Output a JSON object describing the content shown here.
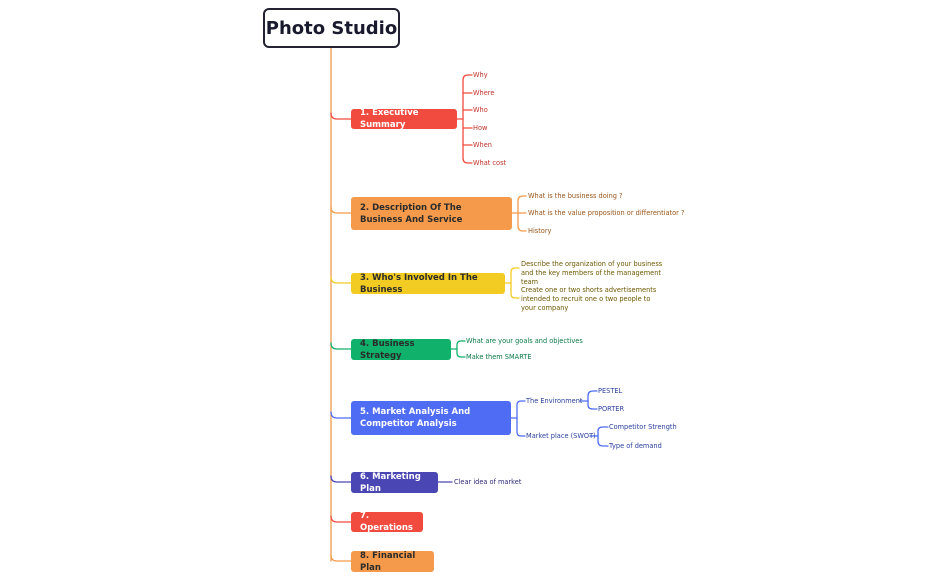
{
  "title": "Photo Studio",
  "colors": {
    "trunk": "#ee9a4e",
    "executive": "#f04b3e",
    "description": "#f59a4a",
    "involved": "#f2cc22",
    "strategy": "#0fb16b",
    "market": "#4f6cf4",
    "marketing": "#4a47b5",
    "operations": "#f04b3e",
    "financial": "#f59a4a"
  },
  "branches": [
    {
      "label": "1. Executive Summary",
      "leaves": [
        "Why",
        "Where",
        "Who",
        "How",
        "When",
        "What cost"
      ]
    },
    {
      "label": "2. Description Of The Business And Service",
      "leaves": [
        "What is the business doing ?",
        "What is the value proposition or differentiator ?",
        "History"
      ]
    },
    {
      "label": "3. Who's Involved In The Business",
      "leaves": [
        "Describe the organization of your business and the key members of the management team",
        "Create one or two shorts advertisements intended to recruit one o two people to your company"
      ]
    },
    {
      "label": "4. Business Strategy",
      "leaves": [
        "What are your goals and objectives",
        "Make them SMARTE"
      ]
    },
    {
      "label": "5. Market Analysis And Competitor Analysis",
      "groups": [
        {
          "label": "The Environment",
          "leaves": [
            "PESTEL",
            "PORTER"
          ]
        },
        {
          "label": "Market place (SWOT)",
          "leaves": [
            "Competitor Strength",
            "Type of demand"
          ]
        }
      ]
    },
    {
      "label": "6. Marketing Plan",
      "leaves": [
        "Clear idea of market"
      ]
    },
    {
      "label": "7. Operations",
      "leaves": []
    },
    {
      "label": "8. Financial Plan",
      "leaves": []
    }
  ]
}
